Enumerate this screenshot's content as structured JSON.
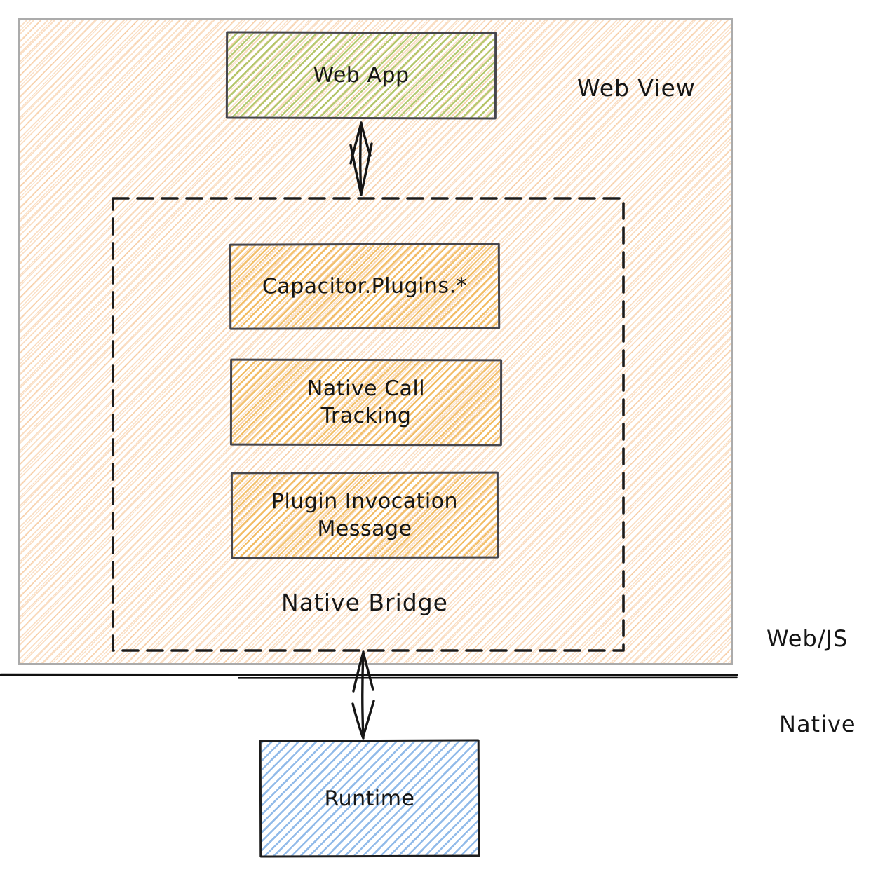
{
  "diagram": {
    "web_view_label": "Web View",
    "web_app_label": "Web App",
    "bridge_label": "Native Bridge",
    "bridge_boxes": [
      "Capacitor.Plugins.*",
      "Native Call Tracking",
      "Plugin Invocation Message"
    ],
    "web_js_label": "Web/JS",
    "native_label": "Native",
    "runtime_label": "Runtime",
    "colors": {
      "ink": "#161616",
      "frame_border": "#ababab",
      "box_border": "#46464d",
      "runtime_border": "#1d1d1d",
      "bg_hatch": "rgba(243, 183, 125, 0.45)",
      "green_hatch": "rgba(160, 190, 80, 0.80)",
      "orange_hatch": "rgba(240, 178, 72, 0.80)",
      "blue_hatch": "rgba(100, 158, 224, 0.70)"
    }
  }
}
